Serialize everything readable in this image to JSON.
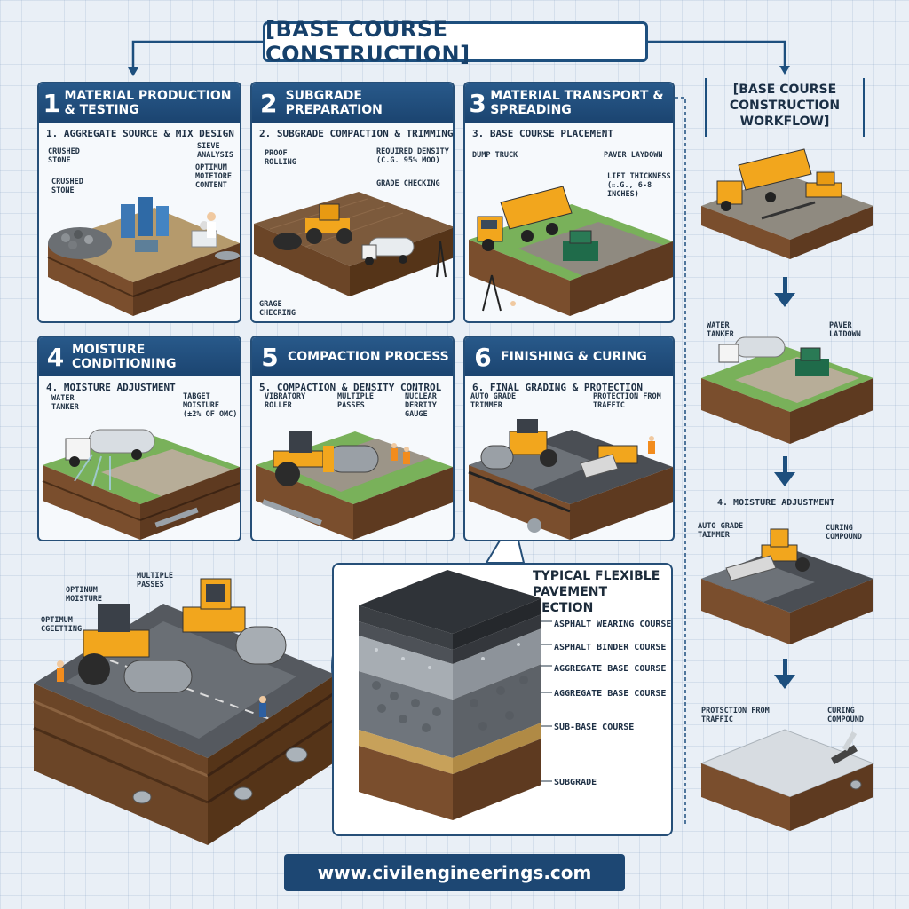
{
  "title": "[BASE COURSE CONSTRUCTION]",
  "workflow_title": "[BASE COURSE CONSTRUCTION WORKFLOW]",
  "footer": "www.civilengineerings.com",
  "colors": {
    "header_blue": "#1d4773",
    "equipment_yellow": "#f2a61d",
    "soil_brown": "#7a4e2d",
    "grass_green": "#6aa84f",
    "asphalt": "#3b3f44"
  },
  "panels": [
    {
      "number": "1",
      "title": "MATERIAL PRODUCTION & TESTING",
      "subtitle": "1. AGGREGATE SOURCE & MIX DESIGN",
      "callouts": [
        "CRUSHED STONE",
        "CRUSHED STONE",
        "SIEVE ANALYSIS",
        "OPTIMUM MOIETORE CONTENT"
      ]
    },
    {
      "number": "2",
      "title": "SUBGRADE PREPARATION",
      "subtitle": "2. SUBGRADE COMPACTION & TRIMMING",
      "callouts": [
        "PROOF ROLLING",
        "REQUIRED DENSITY (c.g. 95% MOO)",
        "GRADE CHECKING",
        "GRAGE CHECRING"
      ]
    },
    {
      "number": "3",
      "title": "MATERIAL TRANSPORT & SPREADING",
      "subtitle": "3. BASE COURSE PLACEMENT",
      "callouts": [
        "DUMP TRUCK",
        "PAVER LAYDOWN",
        "LIFT THICKNESS (ᴇ.g., 6-8 INCHES)"
      ]
    },
    {
      "number": "4",
      "title": "MOISTURE CONDITIONING",
      "subtitle": "4. MOISTURE ADJUSTMENT",
      "callouts": [
        "WATER TANKER",
        "TABGET MOISTURE (±2% OF OMC)"
      ]
    },
    {
      "number": "5",
      "title": "COMPACTION PROCESS",
      "subtitle": "5. COMPACTION & DENSITY CONTROL",
      "callouts": [
        "VIBRATORY ROLLER",
        "MULTIPLE PASSES",
        "NUCLEAR DERRITY GAUGE"
      ]
    },
    {
      "number": "6",
      "title": "FINISHING & CURING",
      "subtitle": "6. FINAL GRADING & PROTECTION",
      "callouts": [
        "AUTO GRADE TRIMMER",
        "PROTECTION FROM TRAFFIC"
      ]
    }
  ],
  "bottom_scene": {
    "callouts": [
      "OPTINUM MOISTURE",
      "MULTIPLE PASSES",
      "OPTIMUM CGEETTING"
    ]
  },
  "pavement_section": {
    "title": "TYPICAL FLEXIBLE PAVEMENT SECTION",
    "layers": [
      "ASPHALT WEARING COURSE",
      "ASPHALT BINDER COURSE",
      "AGGREGATE BASE COURSE",
      "AGGREGATE BASE COURSE",
      "SUB-BASE COURSE",
      "SUBGRADE"
    ]
  },
  "workflow": {
    "step2_callouts": [
      "WATER TANKER",
      "PAVER LATDOWN"
    ],
    "step3_title": "4. MOISTURE ADJUSTMENT",
    "step3_callouts": [
      "AUTO GRADE TAIMMER",
      "CURING COMPOUND"
    ],
    "step4_callouts": [
      "PROTSCTION FROM TRAFFIC",
      "CURING COMPOUND"
    ]
  }
}
